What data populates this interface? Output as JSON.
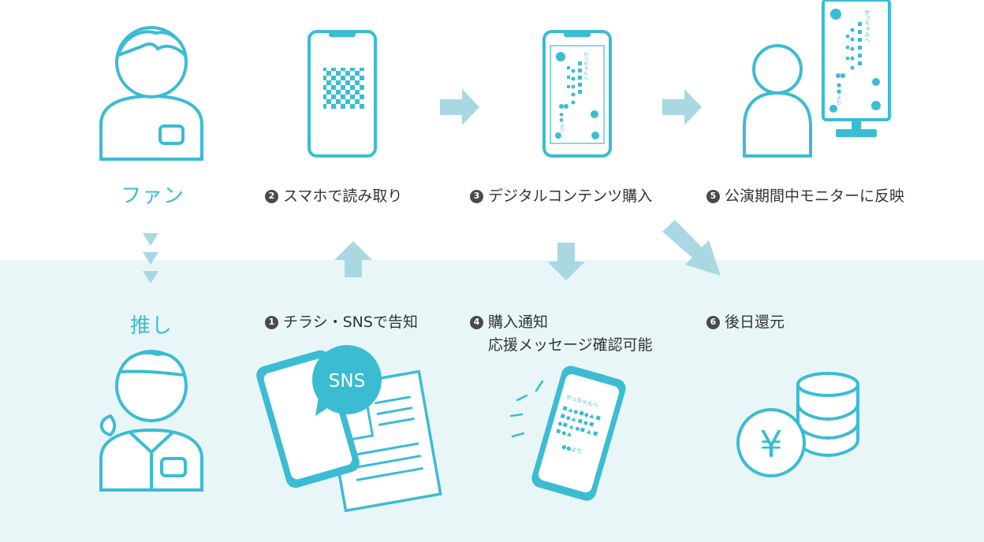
{
  "colors": {
    "accent": "#3bbcd3",
    "arrow": "#a9d8e2",
    "band": "#e9f6f8",
    "text": "#333333"
  },
  "roles": {
    "fan": "ファン",
    "oshi": "推し"
  },
  "steps": [
    {
      "num": "1",
      "text": "チラシ・SNSで告知"
    },
    {
      "num": "2",
      "text": "スマホで読み取り"
    },
    {
      "num": "3",
      "text": "デジタルコンテンツ購入"
    },
    {
      "num": "4",
      "text": "購入通知",
      "text2": "応援メッセージ確認可能"
    },
    {
      "num": "5",
      "text": "公演期間中モニターに反映"
    },
    {
      "num": "6",
      "text": "後日還元"
    }
  ],
  "sns_label": "SNS",
  "message": {
    "to": "かっちゃんへ",
    "from": "●●より"
  },
  "icons": {
    "yen": "¥"
  }
}
